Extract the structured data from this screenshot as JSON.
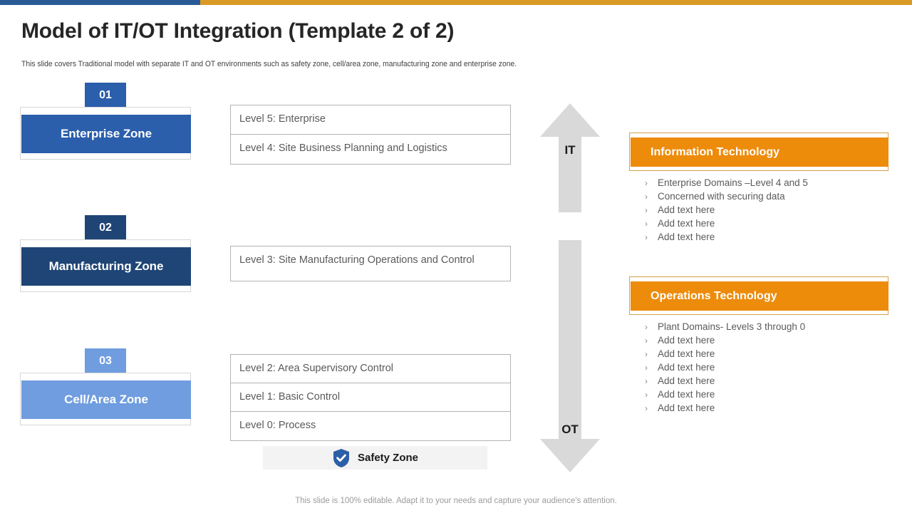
{
  "accents": {
    "bar_blue": "#2a5a96",
    "bar_orange": "#d99a26",
    "orange_fill": "#ed8b0b",
    "orange_border": "#d3a24a",
    "arrow_gray": "#d9d9d9",
    "shield_blue": "#2c5fa8"
  },
  "header": {
    "title": "Model of IT/OT Integration (Template 2 of 2)",
    "subtitle": "This slide covers Traditional model with separate IT and OT environments such as safety zone, cell/area zone, manufacturing zone and enterprise zone."
  },
  "zones": [
    {
      "number": "01",
      "label": "Enterprise Zone",
      "color": "#2b5eab",
      "badge_color": "#2b5eab"
    },
    {
      "number": "02",
      "label": "Manufacturing Zone",
      "color": "#1f4576",
      "badge_color": "#1f4576"
    },
    {
      "number": "03",
      "label": "Cell/Area Zone",
      "color": "#6f9ddf",
      "badge_color": "#6f9ddf"
    }
  ],
  "level_groups": [
    {
      "rows": [
        "Level 5: Enterprise",
        "Level 4: Site Business Planning and Logistics"
      ]
    },
    {
      "rows": [
        "Level 3: Site Manufacturing  Operations and Control"
      ]
    },
    {
      "rows": [
        "Level 2: Area Supervisory Control",
        "Level 1: Basic Control",
        "Level 0: Process"
      ]
    }
  ],
  "safety_zone": {
    "label": "Safety Zone",
    "icon": "shield-check-icon"
  },
  "arrows": [
    {
      "label": "IT",
      "direction": "up"
    },
    {
      "label": "OT",
      "direction": "down"
    }
  ],
  "panels": [
    {
      "title": "Information Technology",
      "bullet_marker": "›",
      "bullets": [
        "Enterprise Domains –Level 4 and 5",
        "Concerned with securing data",
        "Add text here",
        "Add text here",
        "Add text here"
      ]
    },
    {
      "title": "Operations Technology",
      "bullet_marker": "›",
      "bullets": [
        "Plant Domains- Levels 3 through  0",
        "Add text here",
        "Add text here",
        "Add text here",
        "Add text here",
        "Add text here",
        "Add text here"
      ]
    }
  ],
  "footer": {
    "note": "This slide is 100% editable. Adapt it to your needs and capture your audience's attention."
  }
}
